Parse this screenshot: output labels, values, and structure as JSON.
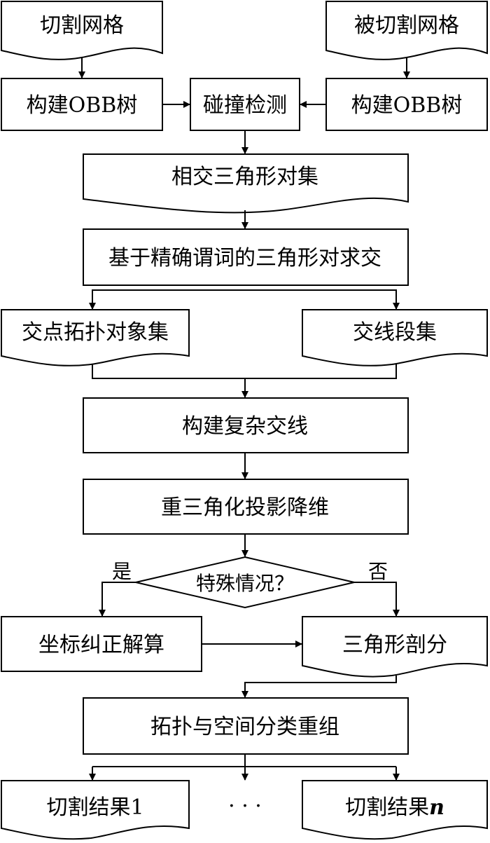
{
  "nodes": {
    "cutting_mesh": "切割网格",
    "cut_mesh": "被切割网格",
    "build_obb_left": "构建OBB树",
    "collision_detection": "碰撞检测",
    "build_obb_right": "构建OBB树",
    "intersect_pairs": "相交三角形对集",
    "exact_predicate_intersection": "基于精确谓词的三角形对求交",
    "intersection_topology_set": "交点拓扑对象集",
    "intersection_segment_set": "交线段集",
    "build_complex_lines": "构建复杂交线",
    "retriangulation_projection": "重三角化投影降维",
    "special_case": "特殊情况？",
    "coordinate_correction": "坐标纠正解算",
    "triangulation": "三角形剖分",
    "topology_regroup": "拓扑与空间分类重组",
    "result_1": "切割结果1",
    "result_dots": "· · ·",
    "result_n_prefix": "切割结果",
    "result_n_suffix": "n"
  },
  "edge_labels": {
    "yes": "是",
    "no": "否"
  }
}
